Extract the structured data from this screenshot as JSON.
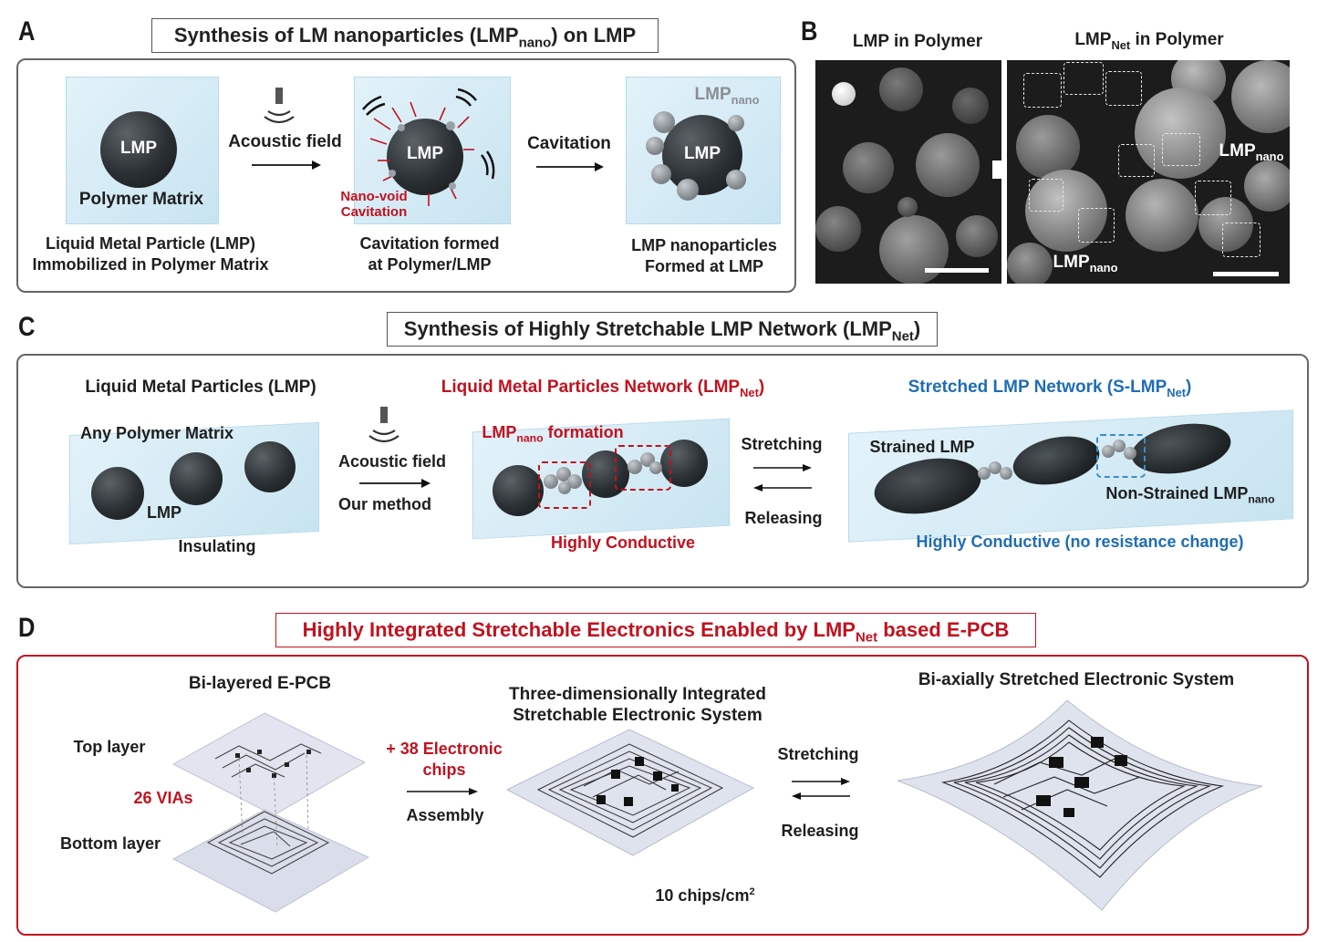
{
  "panel_a": {
    "letter": "A",
    "title": "Synthesis of LM nanoparticles (LMP",
    "title_sub": "nano",
    "title_end": ") on LMP",
    "lmp": "LMP",
    "polymer_matrix": "Polymer Matrix",
    "caption1_line1": "Liquid Metal Particle (LMP)",
    "caption1_line2": "Immobilized in Polymer Matrix",
    "acoustic_field": "Acoustic field",
    "nano_void_line1": "Nano-void",
    "nano_void_line2": "Cavitation",
    "caption2_line1": "Cavitation formed",
    "caption2_line2": "at Polymer/LMP",
    "cavitation": "Cavitation",
    "lmp_nano_label": "LMP",
    "lmp_nano_sub": "nano",
    "caption3_line1": "LMP nanoparticles",
    "caption3_line2": "Formed at LMP"
  },
  "panel_b": {
    "letter": "B",
    "left_title": "LMP in Polymer",
    "right_title_main": "LMP",
    "right_title_sub": "Net",
    "right_title_end": " in Polymer",
    "lmpnano_main": "LMP",
    "lmpnano_sub": "nano"
  },
  "panel_c": {
    "letter": "C",
    "title": "Synthesis of Highly Stretchable LMP Network (LMP",
    "title_sub": "Net",
    "title_end": ")",
    "col1_title": "Liquid Metal Particles (LMP)",
    "any_polymer": "Any Polymer Matrix",
    "lmp": "LMP",
    "insulating": "Insulating",
    "acoustic_field": "Acoustic field",
    "our_method": "Our method",
    "col2_title": "Liquid Metal Particles Network (LMP",
    "col2_title_sub": "Net",
    "col2_title_end": ")",
    "lmpnano_formation_main": "LMP",
    "lmpnano_formation_sub": "nano",
    "lmpnano_formation_end": " formation",
    "highly_conductive": "Highly Conductive",
    "stretching": "Stretching",
    "releasing": "Releasing",
    "col3_title": "Stretched LMP Network (S-LMP",
    "col3_title_sub": "Net",
    "col3_title_end": ")",
    "strained_lmp": "Strained LMP",
    "non_strained_main": "Non-Strained LMP",
    "non_strained_sub": "nano",
    "highly_conductive_nochange": "Highly Conductive (no resistance change)"
  },
  "panel_d": {
    "letter": "D",
    "title": "Highly Integrated Stretchable Electronics Enabled by LMP",
    "title_sub": "Net",
    "title_end": " based E-PCB",
    "bilayer_title": "Bi-layered E-PCB",
    "top_layer": "Top layer",
    "vias": "26 VIAs",
    "bottom_layer": "Bottom layer",
    "chips_line1": "+ 38 Electronic",
    "chips_line2": "chips",
    "assembly": "Assembly",
    "system_title_line1": "Three-dimensionally Integrated",
    "system_title_line2": "Stretchable Electronic System",
    "density": "10 chips/cm",
    "density_sup": "2",
    "stretching": "Stretching",
    "releasing": "Releasing",
    "biaxial_title": "Bi-axially Stretched Electronic System"
  },
  "colors": {
    "red": "#c1121f",
    "blue": "#1f6db4",
    "dark": "#1e1e1e"
  }
}
